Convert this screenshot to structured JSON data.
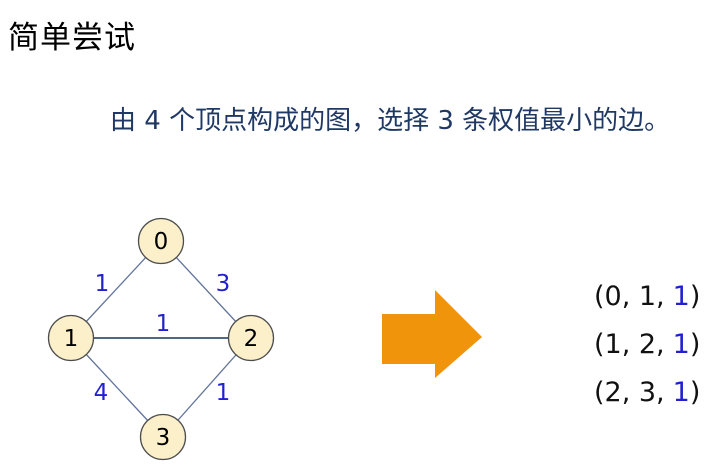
{
  "page": {
    "background": "#FFFFFF"
  },
  "title": "简单尝试",
  "subtitle": "由 4 个顶点构成的图，选择 3 条权值最小的边。",
  "graph": {
    "description": "undirected weighted graph with 4 vertices",
    "nodes": [
      {
        "label": "0"
      },
      {
        "label": "1"
      },
      {
        "label": "2"
      },
      {
        "label": "3"
      }
    ],
    "edges": [
      {
        "from": "0",
        "to": "1",
        "weight": "1"
      },
      {
        "from": "0",
        "to": "2",
        "weight": "3"
      },
      {
        "from": "1",
        "to": "2",
        "weight": "1"
      },
      {
        "from": "1",
        "to": "3",
        "weight": "4"
      },
      {
        "from": "2",
        "to": "3",
        "weight": "1"
      }
    ],
    "colors": {
      "node_fill": "#FBF0CA",
      "node_stroke": "#4D4D4D",
      "edge": "#62749A",
      "edge_strong": "#17365D",
      "weight_text": "#2222CC",
      "node_text": "#000000"
    }
  },
  "arrow": {
    "direction": "right",
    "color": "#F0940B"
  },
  "result": {
    "items": [
      {
        "prefix": "(0, 1,",
        "weight": "1",
        "suffix": ")"
      },
      {
        "prefix": "(1, 2,",
        "weight": "1",
        "suffix": ")"
      },
      {
        "prefix": "(2, 3,",
        "weight": "1",
        "suffix": ")"
      }
    ],
    "weight_color": "#2222CC",
    "text_color": "#111111"
  },
  "text_colors": {
    "title": "#000000",
    "subtitle": "#1F3864"
  }
}
